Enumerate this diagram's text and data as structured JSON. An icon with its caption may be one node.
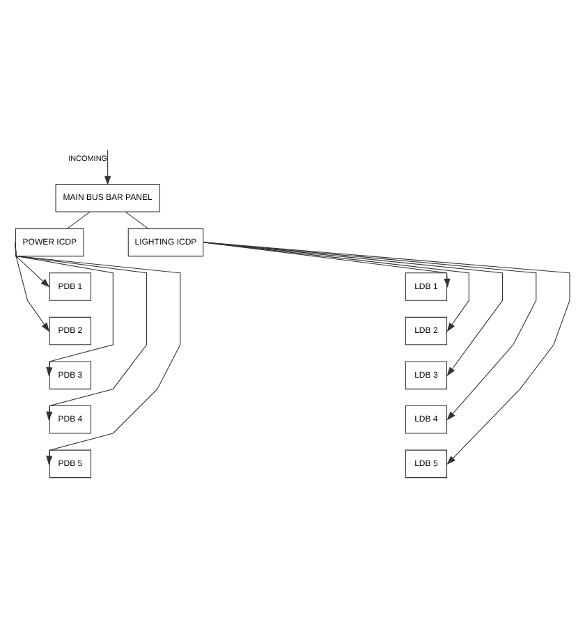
{
  "diagram": {
    "nodes": [
      {
        "text": [
          "MAIN BUS BAR PANEL"
        ]
      },
      {
        "text": [
          "POWER ICDP"
        ]
      },
      {
        "text": [
          "LIGHTING ICDP"
        ]
      },
      {
        "text": [
          "PDB 1"
        ]
      },
      {
        "text": [
          "PDB 2"
        ]
      },
      {
        "text": [
          "PDB 3"
        ]
      },
      {
        "text": [
          "PDB 4"
        ]
      },
      {
        "text": [
          "PDB 5"
        ]
      },
      {
        "text": [
          "LDB 1"
        ]
      },
      {
        "text": [
          "LDB 2"
        ]
      },
      {
        "text": [
          "LDB 3"
        ]
      },
      {
        "text": [
          "LDB 4"
        ]
      },
      {
        "text": [
          "LDB 5"
        ]
      }
    ],
    "edges": [
      {
        "from": null,
        "to": 0,
        "arrow": "to",
        "label": "INCOMING"
      },
      {
        "from": 0,
        "to": 1,
        "arrow": "none"
      },
      {
        "from": 0,
        "to": 2,
        "arrow": "none"
      },
      {
        "from": 1,
        "to": 3,
        "arrow": "to"
      },
      {
        "from": 1,
        "to": 4,
        "arrow": "to"
      },
      {
        "from": 1,
        "to": 5,
        "arrow": "to"
      },
      {
        "from": 1,
        "to": 6,
        "arrow": "to"
      },
      {
        "from": 1,
        "to": 7,
        "arrow": "to"
      },
      {
        "from": 2,
        "to": 8,
        "arrow": "to"
      },
      {
        "from": 2,
        "to": 9,
        "arrow": "to"
      },
      {
        "from": 2,
        "to": 10,
        "arrow": "to"
      },
      {
        "from": 2,
        "to": 11,
        "arrow": "to"
      },
      {
        "from": 2,
        "to": 12,
        "arrow": "to"
      }
    ]
  }
}
